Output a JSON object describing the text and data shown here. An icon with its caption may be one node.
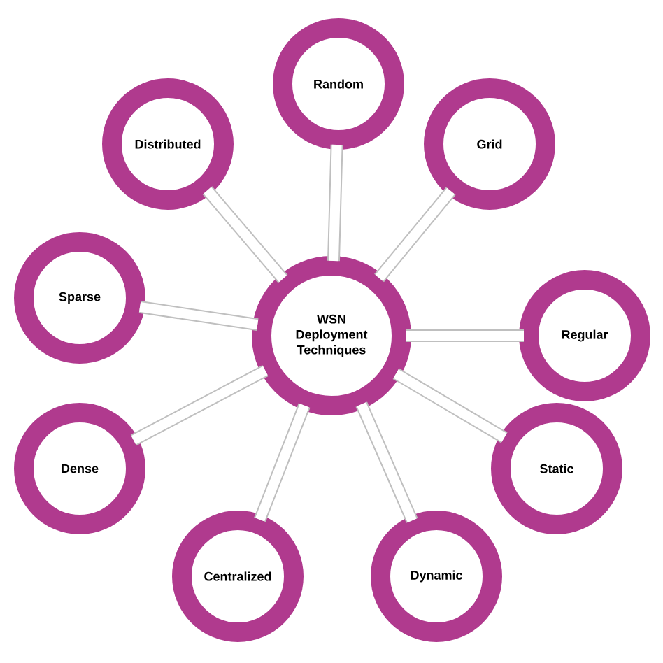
{
  "diagram": {
    "nodes": [
      {
        "text": [
          "WSN Deployment Techniques"
        ]
      },
      {
        "text": [
          "Random"
        ]
      },
      {
        "text": [
          "Grid"
        ]
      },
      {
        "text": [
          "Regular"
        ]
      },
      {
        "text": [
          "Static"
        ]
      },
      {
        "text": [
          "Dynamic"
        ]
      },
      {
        "text": [
          "Centralized"
        ]
      },
      {
        "text": [
          "Dense"
        ]
      },
      {
        "text": [
          "Sparse"
        ]
      },
      {
        "text": [
          "Distributed"
        ]
      }
    ],
    "edges": [
      {
        "from": 0,
        "to": 1,
        "arrow": "none"
      },
      {
        "from": 0,
        "to": 2,
        "arrow": "none"
      },
      {
        "from": 0,
        "to": 3,
        "arrow": "none"
      },
      {
        "from": 0,
        "to": 4,
        "arrow": "none"
      },
      {
        "from": 0,
        "to": 5,
        "arrow": "none"
      },
      {
        "from": 0,
        "to": 6,
        "arrow": "none"
      },
      {
        "from": 0,
        "to": 7,
        "arrow": "none"
      },
      {
        "from": 0,
        "to": 8,
        "arrow": "none"
      },
      {
        "from": 0,
        "to": 9,
        "arrow": "none"
      }
    ]
  }
}
